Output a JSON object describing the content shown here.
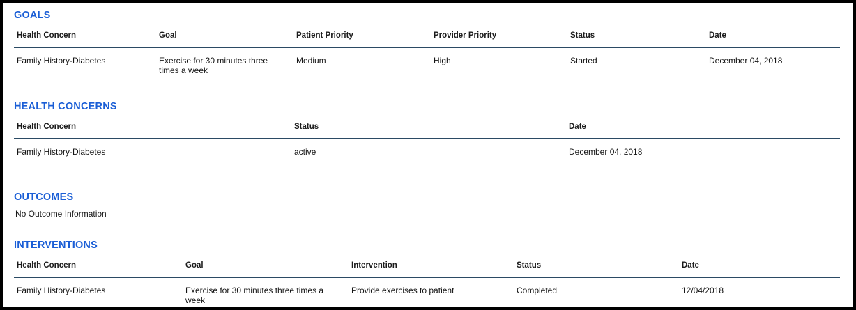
{
  "sections": {
    "goals": {
      "title": "GOALS",
      "columns": [
        "Health Concern",
        "Goal",
        "Patient Priority",
        "Provider Priority",
        "Status",
        "Date"
      ],
      "rows": [
        [
          "Family History-Diabetes",
          "Exercise for 30 minutes three times a week",
          "Medium",
          "High",
          "Started",
          "December 04, 2018"
        ]
      ]
    },
    "health_concerns": {
      "title": "HEALTH CONCERNS",
      "columns": [
        "Health Concern",
        "Status",
        "Date"
      ],
      "rows": [
        [
          "Family History-Diabetes",
          "active",
          "December 04, 2018"
        ]
      ]
    },
    "outcomes": {
      "title": "OUTCOMES",
      "empty_message": "No Outcome Information"
    },
    "interventions": {
      "title": "INTERVENTIONS",
      "columns": [
        "Health Concern",
        "Goal",
        "Intervention",
        "Status",
        "Date"
      ],
      "rows": [
        [
          "Family History-Diabetes",
          "Exercise for 30 minutes three times a week",
          "Provide exercises to patient",
          "Completed",
          "12/04/2018"
        ]
      ]
    }
  },
  "colors": {
    "heading_blue": "#1a5ed6",
    "rule_navy": "#2b4a64",
    "text_dark": "#141414",
    "frame_black": "#000000",
    "page_background": "#ffffff"
  }
}
